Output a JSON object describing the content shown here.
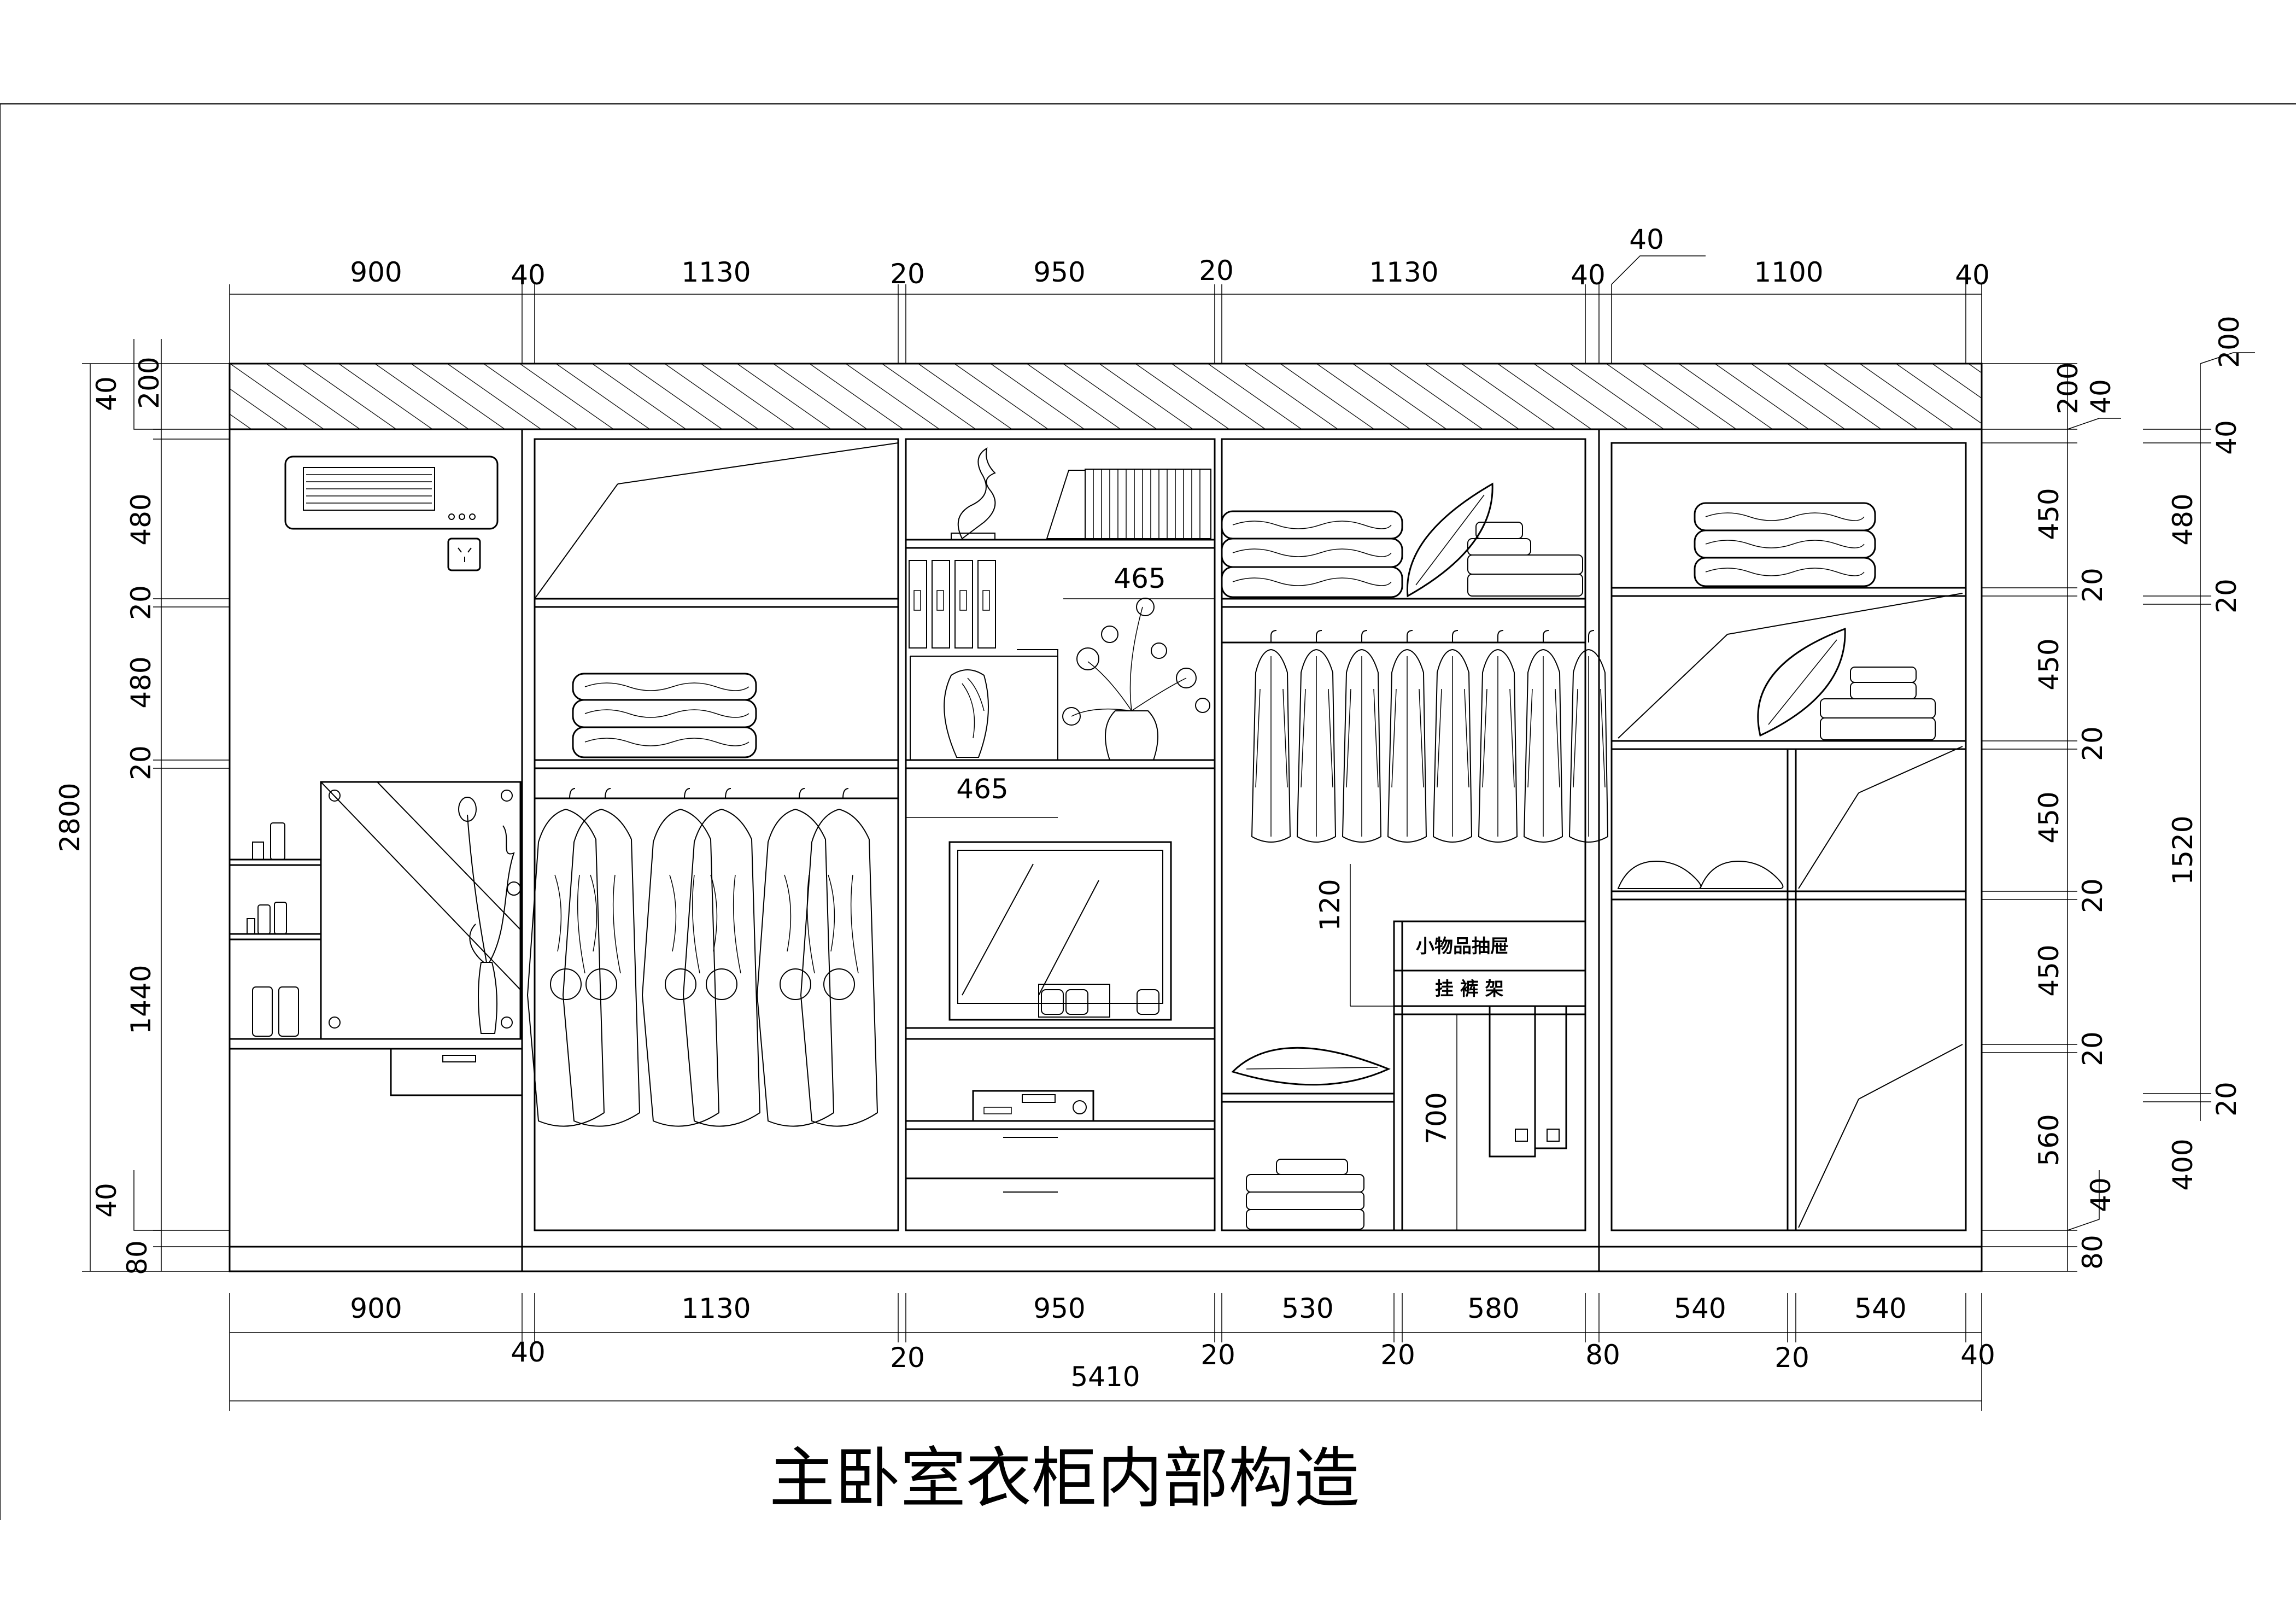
{
  "title": "主卧室衣柜内部构造",
  "labels": {
    "drawer": "小物品抽屉",
    "rack": "挂 裤 架"
  },
  "dims": {
    "top": [
      "900",
      "40",
      "1130",
      "20",
      "950",
      "20",
      "1130",
      "40",
      "40",
      "1100",
      "40"
    ],
    "bottom_row1": [
      "900",
      "1130",
      "950",
      "530",
      "580",
      "540",
      "540"
    ],
    "bottom_row2": [
      "40",
      "20",
      "20",
      "20",
      "80",
      "20",
      "40"
    ],
    "total_width": "5410",
    "left_inner": [
      "40",
      "200",
      "480",
      "20",
      "480",
      "20",
      "1440",
      "40",
      "80"
    ],
    "left_total": "2800",
    "right_inner": [
      "200",
      "40",
      "450",
      "20",
      "450",
      "20",
      "450",
      "20",
      "450",
      "20",
      "560",
      "40",
      "80"
    ],
    "right_outer": [
      "200",
      "40",
      "480",
      "20",
      "1520",
      "20",
      "400"
    ],
    "interior": [
      "465",
      "465",
      "120",
      "700"
    ]
  }
}
